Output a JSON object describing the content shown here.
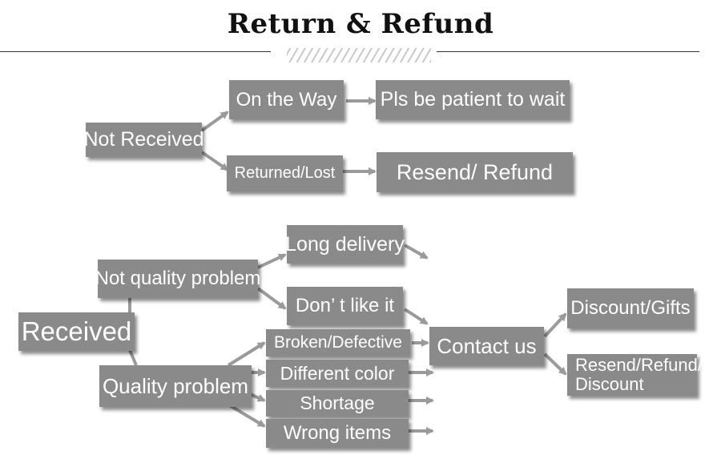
{
  "title": "Return & Refund",
  "not_received_branch": {
    "root": "Not Received",
    "on_the_way": "On the Way",
    "patient": "Pls be patient to wait",
    "returned_lost": "Returned/Lost",
    "resend_refund": "Resend/ Refund"
  },
  "received_branch": {
    "root": "Received",
    "not_quality": "Not quality problem",
    "long_delivery": "Long delivery",
    "dont_like": "Don’ t like it",
    "quality": "Quality problem",
    "broken": "Broken/Defective",
    "different_color": "Different color",
    "shortage": "Shortage",
    "wrong_items": "Wrong items",
    "contact": "Contact us",
    "discount_gifts": "Discount/Gifts",
    "resend_refund_discount_1": "Resend/Refund/",
    "resend_refund_discount_2": "Discount"
  },
  "colors": {
    "box": "#8a8a8a",
    "arrow": "#9a9a9a",
    "text": "#ffffff"
  }
}
